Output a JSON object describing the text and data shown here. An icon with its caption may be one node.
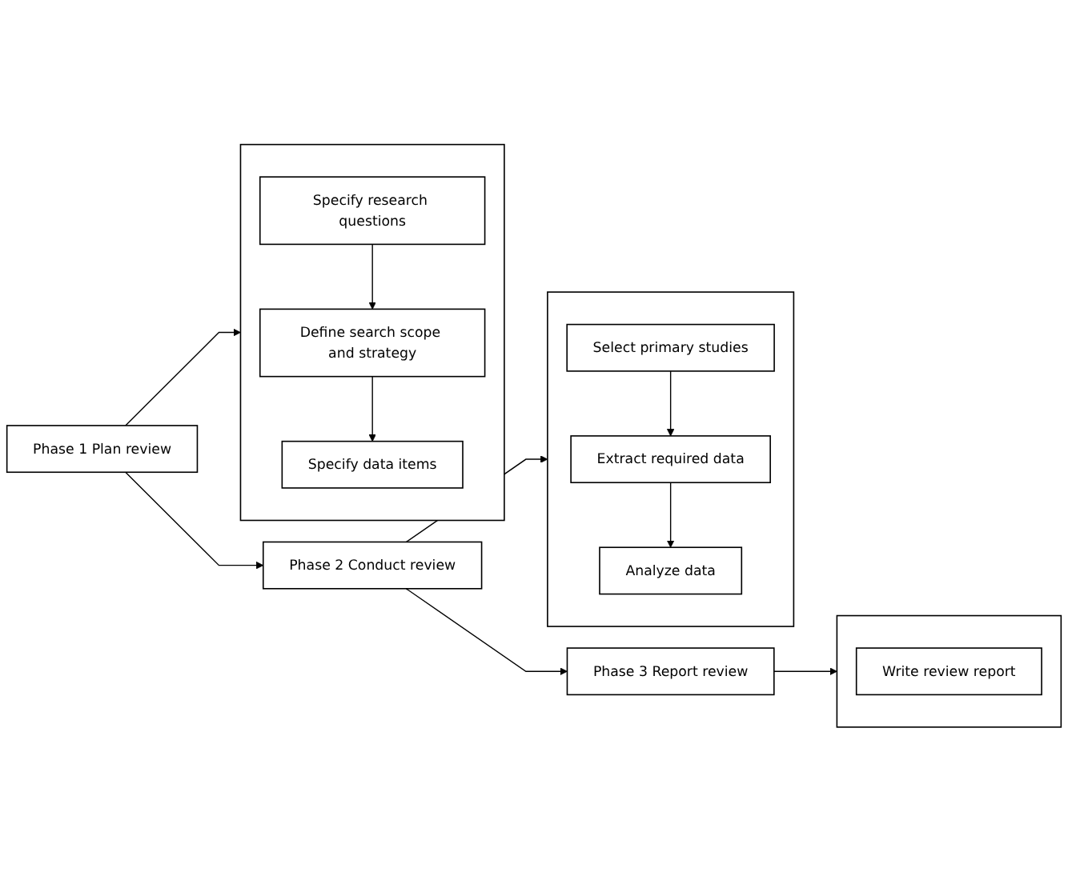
{
  "diagram": {
    "nodes": [
      {
        "text": [
          "Phase 1 Plan review"
        ]
      },
      {
        "text": [],
        "shape": "box"
      },
      {
        "text": [
          "Specify research questions"
        ],
        "in": 1
      },
      {
        "text": [
          "Define search scope and strategy"
        ],
        "in": 1
      },
      {
        "text": [
          "Specify data items"
        ],
        "in": 1
      },
      {
        "text": [
          "Phase 2 Conduct review"
        ]
      },
      {
        "text": [],
        "shape": "box"
      },
      {
        "text": [
          "Select primary studies"
        ],
        "in": 6
      },
      {
        "text": [
          "Extract required data"
        ],
        "in": 6
      },
      {
        "text": [
          "Analyze data"
        ],
        "in": 6
      },
      {
        "text": [
          "Phase 3 Report review"
        ]
      },
      {
        "text": [],
        "shape": "box"
      },
      {
        "text": [
          "Write review report"
        ],
        "in": 11
      }
    ],
    "edges": [
      {
        "from": 0,
        "to": 1,
        "arrow": "to"
      },
      {
        "from": 2,
        "to": 3,
        "arrow": "to"
      },
      {
        "from": 3,
        "to": 4,
        "arrow": "to"
      },
      {
        "from": 0,
        "to": 5,
        "arrow": "to"
      },
      {
        "from": 5,
        "to": 6,
        "arrow": "to"
      },
      {
        "from": 7,
        "to": 8,
        "arrow": "to"
      },
      {
        "from": 8,
        "to": 9,
        "arrow": "to"
      },
      {
        "from": 5,
        "to": 10,
        "arrow": "to"
      },
      {
        "from": 10,
        "to": 11,
        "arrow": "to"
      }
    ]
  }
}
